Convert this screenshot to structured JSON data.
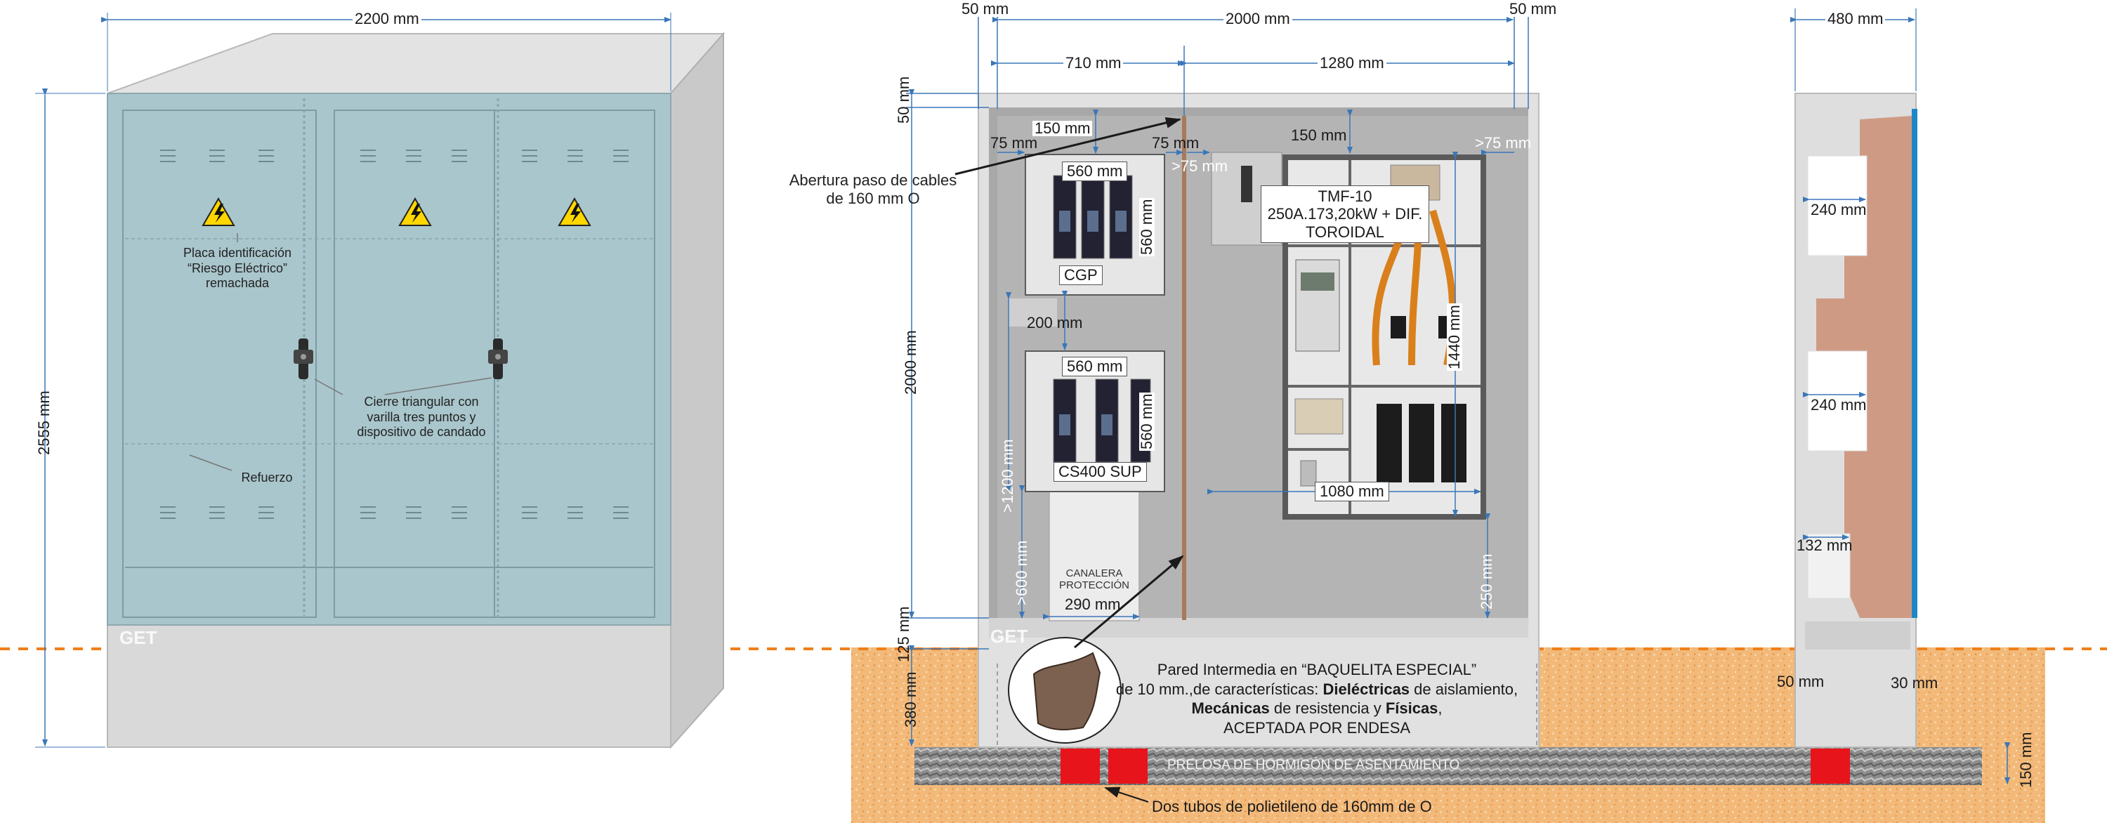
{
  "front_view": {
    "width_label": "2200 mm",
    "height_label": "2555 mm",
    "get_label": "GET",
    "note_plate": "Placa identificación “Riesgo Eléctrico” remachada",
    "note_lock": "Cierre triangular con varilla tres puntos y dispositivo de candado",
    "note_reinforcement": "Refuerzo"
  },
  "section_view": {
    "top_dims": [
      "50 mm",
      "2000 mm",
      "50 mm"
    ],
    "sub_dims": [
      "710 mm",
      "1280 mm"
    ],
    "dim_50_left": "50 mm",
    "dim_150_top": "150 mm",
    "dim_75_left": "75 mm",
    "dim_75_mid": "75 mm",
    "dim_gt75_mid": ">75 mm",
    "dim_150_right": "150 mm",
    "dim_gt75_right": ">75 mm",
    "dim_560_cgp_w": "560 mm",
    "dim_560_cgp_h": "560 mm",
    "cgp_label": "CGP",
    "dim_200": "200 mm",
    "dim_560_cs_w": "560 mm",
    "dim_560_cs_h": "560 mm",
    "cs_label": "CS400 SUP",
    "dim_gt1200": ">1200 mm",
    "dim_gt600": ">600 mm",
    "dim_2000_v": "2000 mm",
    "dim_125": "125 mm",
    "dim_380": "380 mm",
    "dim_290": "290 mm",
    "canalera": "CANALERA PROTECCIÓN",
    "dim_250": "250 mm",
    "dim_1440": "1440 mm",
    "dim_1080": "1080 mm",
    "tmf_label": "TMF-10 250A.173,20kW + DIF. TOROIDAL",
    "cable_note": "Abertura paso de cables de 160 mm O",
    "get_label": "GET",
    "pared_line1": "Pared Intermedia en “BAQUELITA ESPECIAL”",
    "pared_line2_a": "de 10 mm.,de características: ",
    "pared_line2_b": "Dieléctricas",
    "pared_line2_c": " de aislamiento,",
    "pared_line3_a": "Mecánicas",
    "pared_line3_b": " de resistencia y ",
    "pared_line3_c": "Físicas",
    "pared_line3_d": ",",
    "pared_line4": "ACEPTADA POR ENDESA",
    "prelosa": "PRELOSA DE HORMIGÓN DE ASENTAMIENTO",
    "tubes_note": "Dos tubos de polietileno de 160mm de O"
  },
  "side_view": {
    "width_label": "480 mm",
    "dim_240_a": "240 mm",
    "dim_240_b": "240 mm",
    "dim_132": "132 mm",
    "dim_50": "50 mm",
    "dim_30": "30 mm",
    "dim_150": "150 mm"
  },
  "colors": {
    "door_panel": "#a9c6cc",
    "cabinet_gray": "#d8d8d8",
    "ground_orange": "#f0b77a",
    "slab_gray": "#9a9a9a",
    "tube_red": "#e8141b",
    "grade_line": "#ef7f1a",
    "dimension_blue": "#3a77b8",
    "copper_wall": "#cf9a84",
    "cable_orange": "#d9801c"
  }
}
